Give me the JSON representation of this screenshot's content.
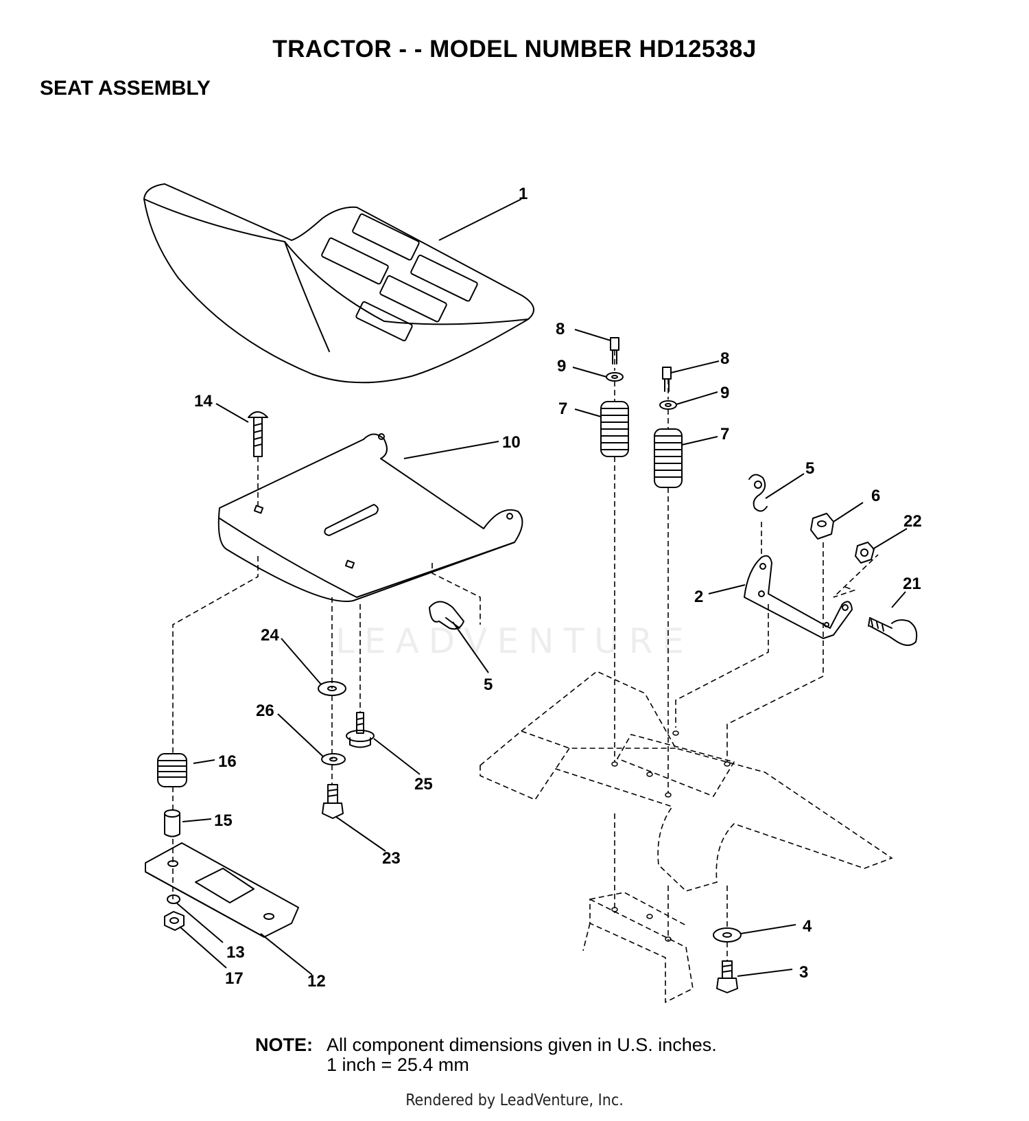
{
  "page": {
    "title": "TRACTOR - - MODEL NUMBER HD12538J",
    "section": "SEAT ASSEMBLY"
  },
  "note": {
    "label": "NOTE:",
    "line1": "All component dimensions given in U.S. inches.",
    "line2": "1 inch = 25.4 mm"
  },
  "footer": "Rendered by LeadVenture, Inc.",
  "watermark": "LEADVENTURE",
  "callouts": {
    "c1": "1",
    "c2": "2",
    "c3": "3",
    "c4": "4",
    "c5a": "5",
    "c5b": "5",
    "c6": "6",
    "c7a": "7",
    "c7b": "7",
    "c8a": "8",
    "c8b": "8",
    "c9a": "9",
    "c9b": "9",
    "c10": "10",
    "c12": "12",
    "c13": "13",
    "c14": "14",
    "c15": "15",
    "c16": "16",
    "c17": "17",
    "c21": "21",
    "c22": "22",
    "c23": "23",
    "c24": "24",
    "c25": "25",
    "c26": "26"
  }
}
